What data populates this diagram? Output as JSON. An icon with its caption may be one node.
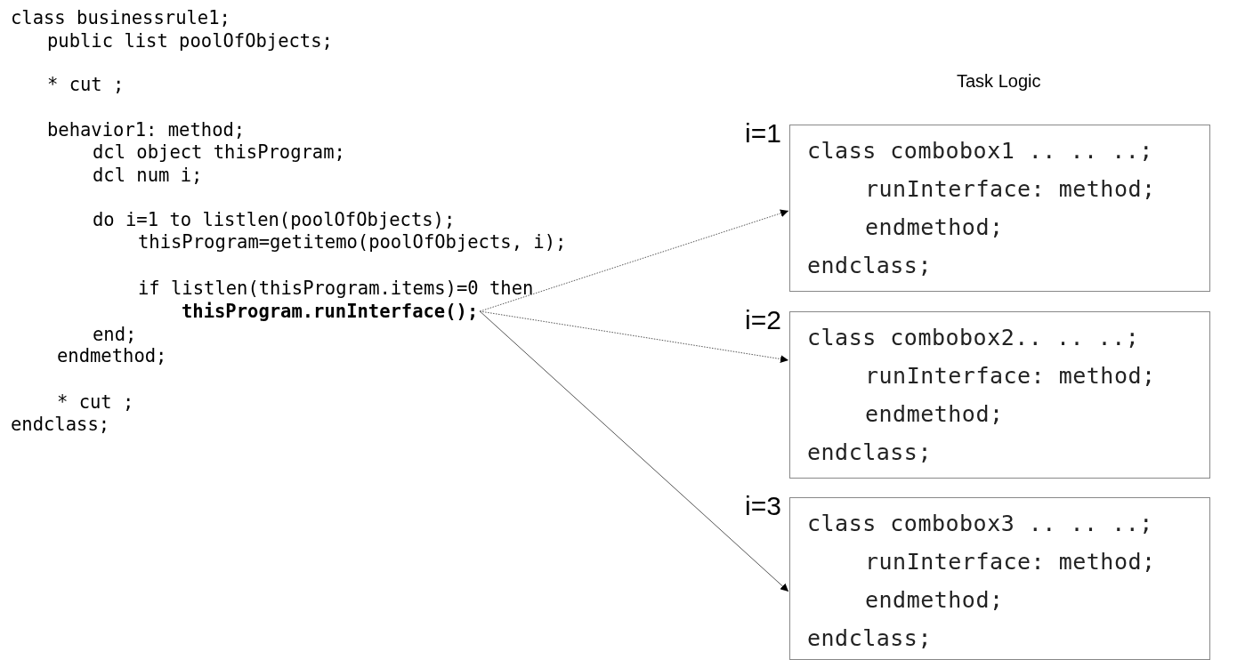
{
  "diagram": {
    "nodes": [
      {
        "text": [
          "thisProgram.runInterface();"
        ]
      },
      {
        "text": [
          "class combobox1 .. .. ..;",
          "runInterface: method;",
          "endmethod;",
          "endclass;"
        ],
        "beside": [
          "i=1"
        ]
      },
      {
        "text": [
          "class combobox2.. .. ..;",
          "runInterface: method;",
          "endmethod;",
          "endclass;"
        ],
        "beside": [
          "i=2"
        ]
      },
      {
        "text": [
          "class combobox3 .. .. ..;",
          "runInterface: method;",
          "endmethod;",
          "endclass;"
        ],
        "beside": [
          "i=3"
        ]
      }
    ],
    "edges": [
      {
        "from": 0,
        "to": 1,
        "arrow": "to",
        "style": "dashed"
      },
      {
        "from": 0,
        "to": 2,
        "arrow": "to",
        "style": "dashed"
      },
      {
        "from": 0,
        "to": 3,
        "arrow": "to"
      }
    ],
    "labels": [
      "class businessrule1;",
      "public list poolOfObjects;",
      "* cut ;",
      "behavior1: method;",
      "dcl object thisProgram;",
      "dcl num i;",
      "do i=1 to listlen(poolOfObjects);",
      "thisProgram=getitemo(poolOfObjects, i);",
      "if listlen(thisProgram.items)=0 then",
      "end;",
      "endmethod;",
      "* cut ;",
      "endclass;",
      "Task Logic"
    ]
  }
}
